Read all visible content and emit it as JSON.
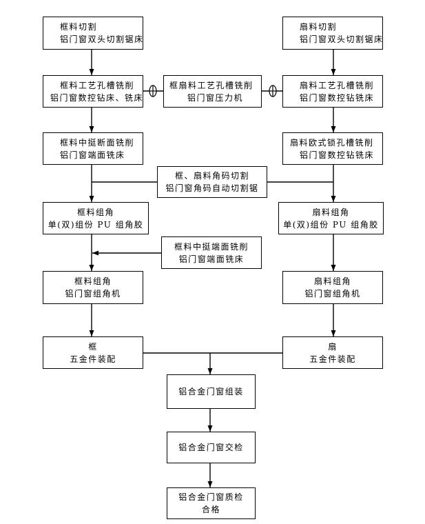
{
  "nodes": {
    "frame_cut": {
      "line1": "框料切割",
      "line2": "铝门窗双头切割锯床"
    },
    "sash_cut": {
      "line1": "扇料切割",
      "line2": "铝门窗双头切割锯床"
    },
    "frame_slot": {
      "line1": "框料工艺孔槽铣削",
      "line2": "铝门窗数控钻床、铣床"
    },
    "press": {
      "line1": "框扇料工艺孔槽铣削",
      "line2": "铝门窗压力机"
    },
    "sash_slot": {
      "line1": "扇料工艺孔槽铣削",
      "line2": "铝门窗数控钻铣床"
    },
    "frame_mullion": {
      "line1": "框料中挺断面铣削",
      "line2": "铝门窗端面铣床"
    },
    "sash_lock": {
      "line1": "扇料欧式锁孔槽铣削",
      "line2": "铝门窗数控钻铣床"
    },
    "corner_cut": {
      "line1": "框、扇料角码切割",
      "line2": "铝门窗角码自动切割锯"
    },
    "frame_glue": {
      "line1": "框料组角",
      "line2": "单(双)组份 PU 组角胶"
    },
    "sash_glue": {
      "line1": "扇料组角",
      "line2": "单(双)组份 PU 组角胶"
    },
    "mullion_mill": {
      "line1": "框料中挺端面铣削",
      "line2": "铝门窗端面铣床"
    },
    "frame_crimp": {
      "line1": "框料组角",
      "line2": "铝门窗组角机"
    },
    "sash_crimp": {
      "line1": "扇料组角",
      "line2": "铝门窗组角机"
    },
    "frame_hw": {
      "line1": "框",
      "line2": "五金件装配"
    },
    "sash_hw": {
      "line1": "扇",
      "line2": "五金件装配"
    },
    "assembly": {
      "line1": "铝合金门窗组装"
    },
    "handover": {
      "line1": "铝合金门窗交检"
    },
    "qc": {
      "line1": "铝合金门窗质检",
      "line2": "合格"
    }
  }
}
